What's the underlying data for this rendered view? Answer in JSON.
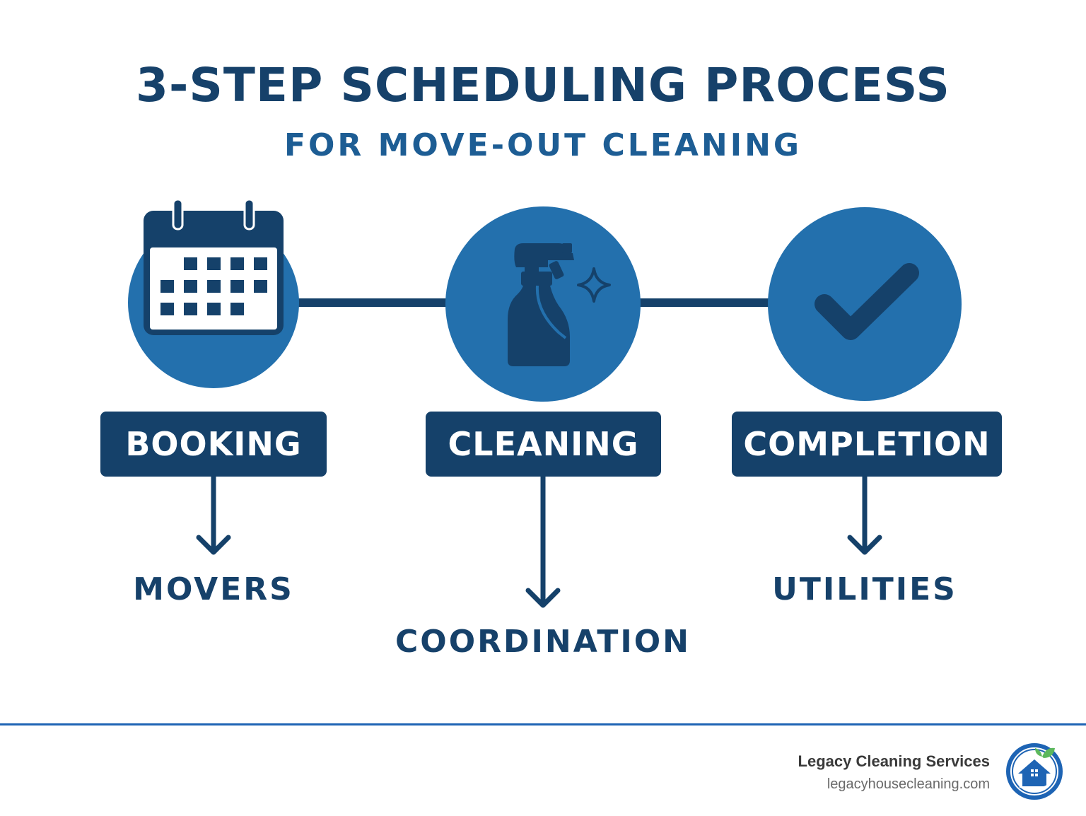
{
  "header": {
    "title": "3-STEP SCHEDULING PROCESS",
    "subtitle": "FOR MOVE-OUT CLEANING"
  },
  "steps": [
    {
      "label": "BOOKING",
      "icon": "calendar-icon",
      "outcome": "MOVERS"
    },
    {
      "label": "CLEANING",
      "icon": "spray-bottle-icon",
      "outcome": "COORDINATION"
    },
    {
      "label": "COMPLETION",
      "icon": "checkmark-icon",
      "outcome": "UTILITIES"
    }
  ],
  "footer": {
    "brand_name": "Legacy Cleaning Services",
    "brand_url": "legacyhousecleaning.com",
    "logo_icon": "house-leaf-logo-icon"
  },
  "colors": {
    "navy": "#15416a",
    "circle_blue": "#2370ad",
    "accent_blue": "#1e64b4",
    "leaf_green": "#5cb85c"
  }
}
